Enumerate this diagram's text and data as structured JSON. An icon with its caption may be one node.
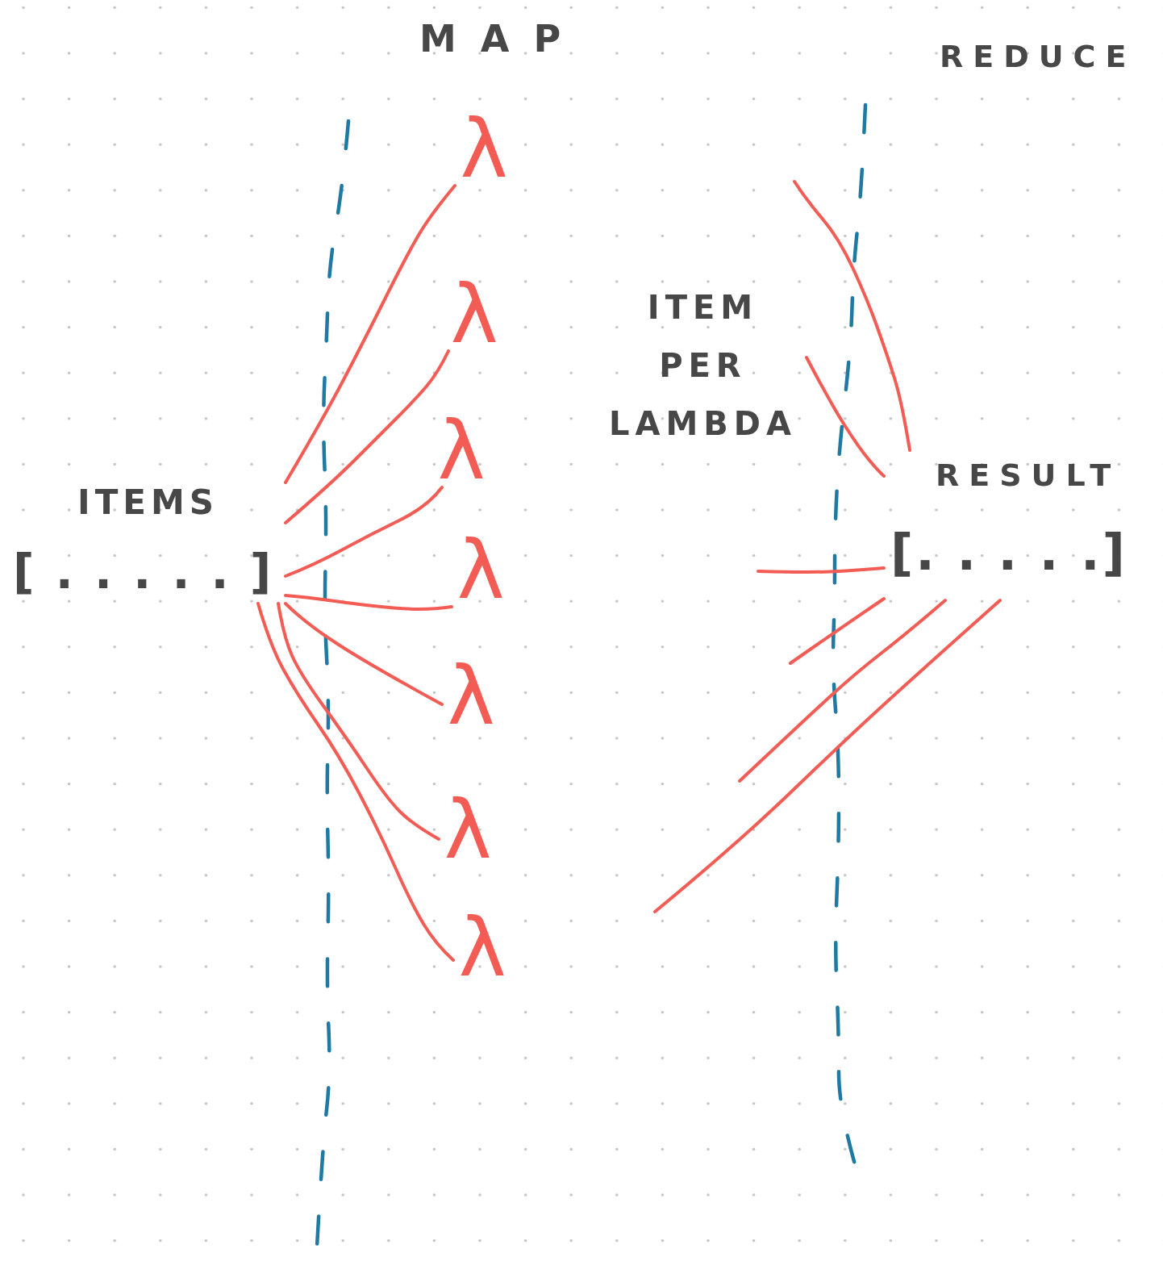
{
  "diagram": {
    "nodes": [
      {
        "text": [
          "ITEMS",
          "[ . . . . . ]"
        ]
      },
      {
        "text": [
          "λ"
        ]
      },
      {
        "text": [
          "λ"
        ]
      },
      {
        "text": [
          "λ"
        ]
      },
      {
        "text": [
          "λ"
        ]
      },
      {
        "text": [
          "λ"
        ]
      },
      {
        "text": [
          "λ"
        ]
      },
      {
        "text": [
          "λ"
        ]
      },
      {
        "text": [
          "RESULT",
          "[. . . . .]"
        ]
      }
    ],
    "edges": [
      {
        "from": 0,
        "to": 1,
        "arrow": "none"
      },
      {
        "from": 0,
        "to": 2,
        "arrow": "none"
      },
      {
        "from": 0,
        "to": 3,
        "arrow": "none"
      },
      {
        "from": 0,
        "to": 4,
        "arrow": "none"
      },
      {
        "from": 0,
        "to": 5,
        "arrow": "none"
      },
      {
        "from": 0,
        "to": 6,
        "arrow": "none"
      },
      {
        "from": 0,
        "to": 7,
        "arrow": "none"
      },
      {
        "from": null,
        "to": 8,
        "arrow": "none"
      },
      {
        "from": null,
        "to": 8,
        "arrow": "none"
      },
      {
        "from": null,
        "to": 8,
        "arrow": "none"
      },
      {
        "from": null,
        "to": 8,
        "arrow": "none"
      },
      {
        "from": null,
        "to": 8,
        "arrow": "none"
      },
      {
        "from": null,
        "to": 8,
        "arrow": "none"
      }
    ],
    "labels": [
      "MAP",
      "REDUCE",
      "ITEM PER LAMBDA"
    ]
  }
}
